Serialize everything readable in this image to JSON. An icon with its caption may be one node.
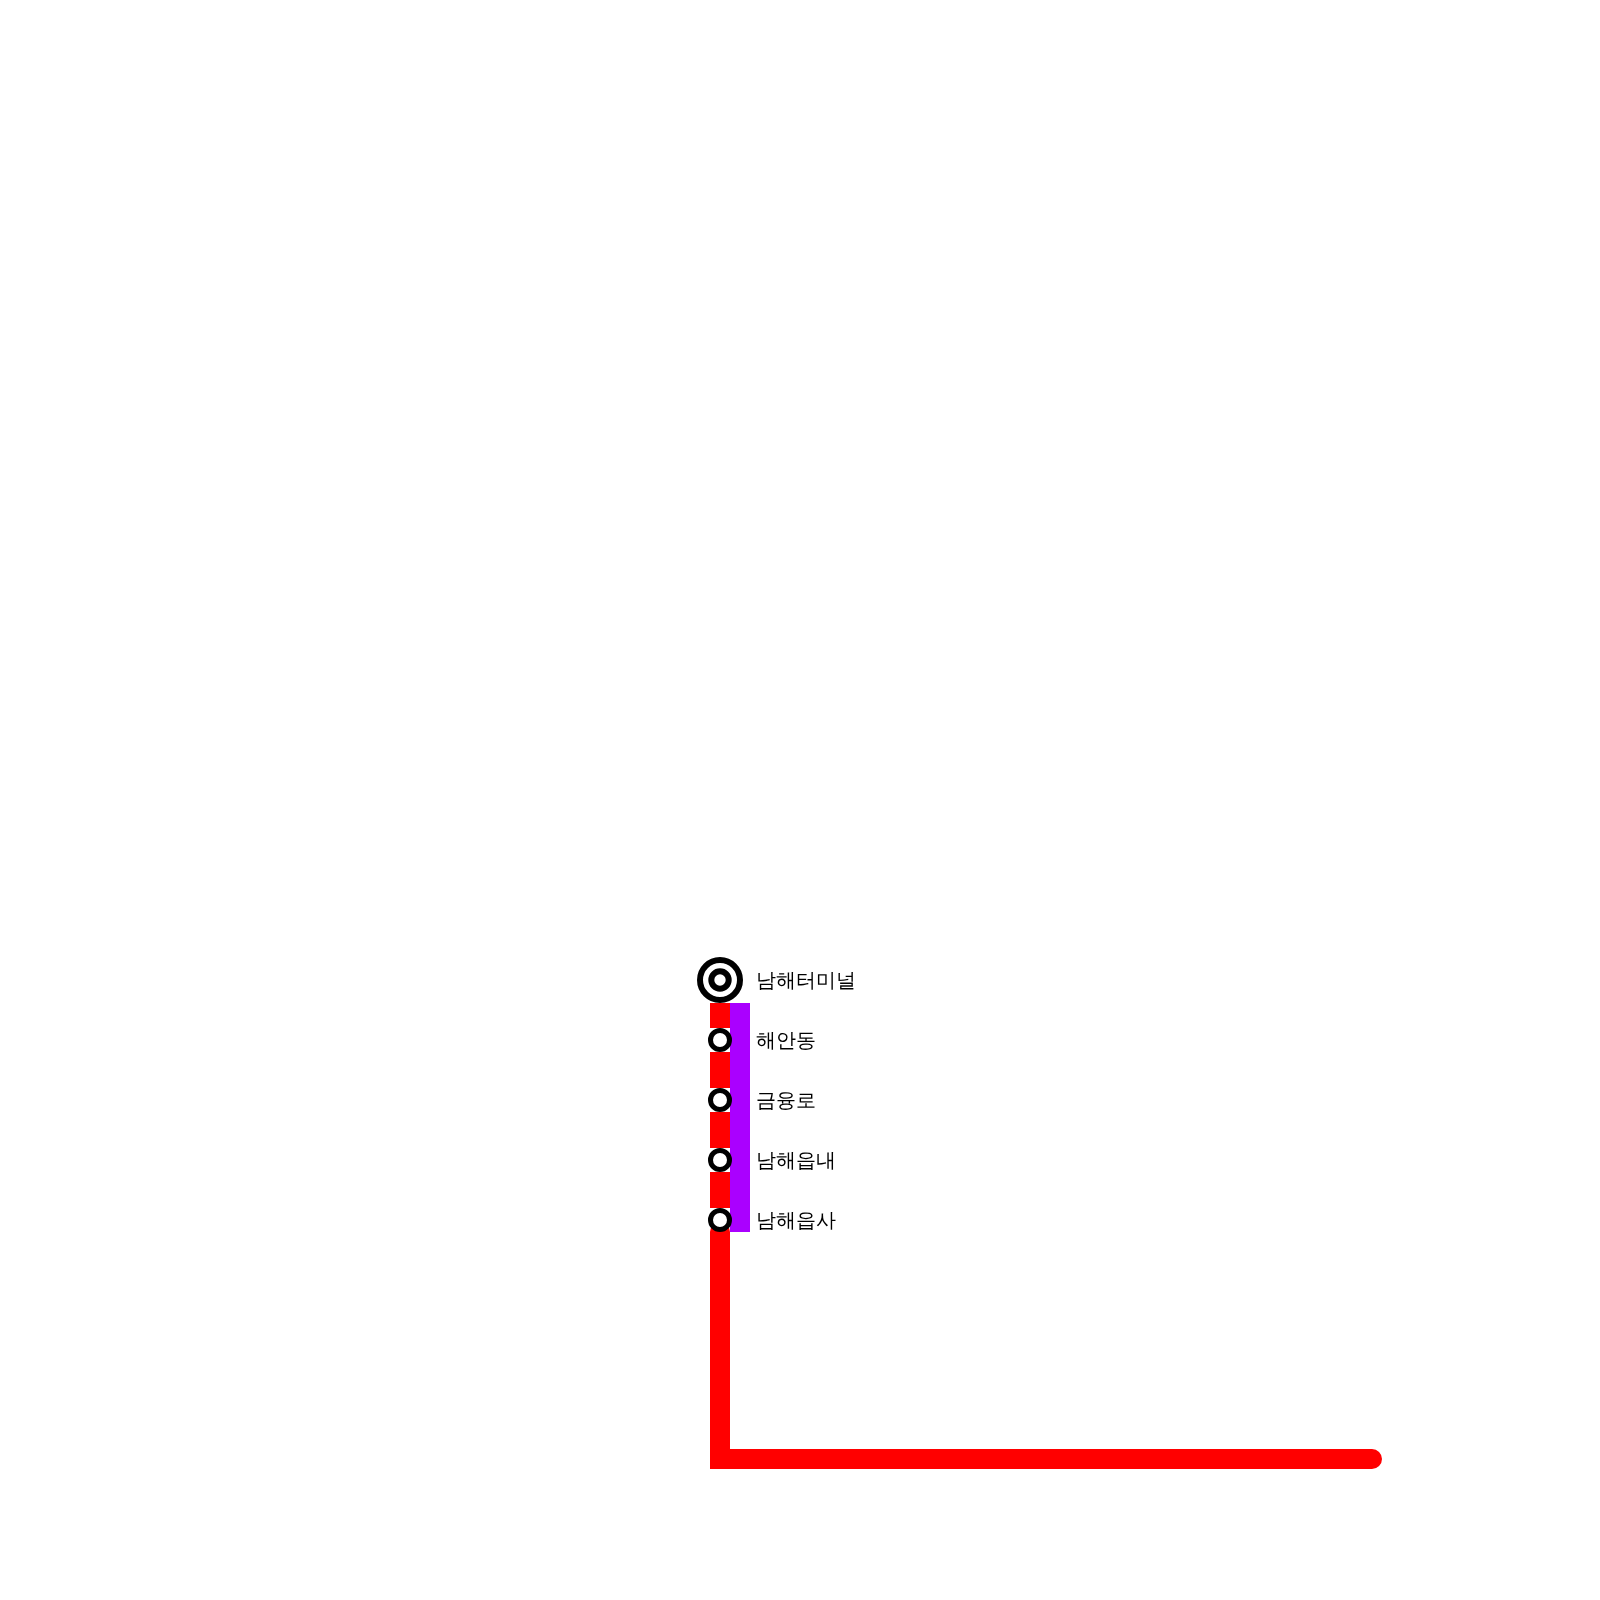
{
  "diagram": {
    "nodes": [
      {
        "text": [
          "남해터미널"
        ]
      },
      {
        "text": [
          "해안동"
        ]
      },
      {
        "text": [
          "금융로"
        ]
      },
      {
        "text": [
          "남해읍내"
        ]
      },
      {
        "text": [
          "남해읍사"
        ]
      }
    ],
    "edges": [
      {
        "from": 0,
        "to": 1,
        "arrow": "none"
      },
      {
        "from": 1,
        "to": 2,
        "arrow": "none"
      },
      {
        "from": 2,
        "to": 3,
        "arrow": "none"
      },
      {
        "from": 3,
        "to": 4,
        "arrow": "none"
      },
      {
        "from": 4,
        "to": null,
        "arrow": "none"
      },
      {
        "from": 0,
        "to": 4,
        "arrow": "none",
        "color": "#aa00ff"
      }
    ]
  }
}
